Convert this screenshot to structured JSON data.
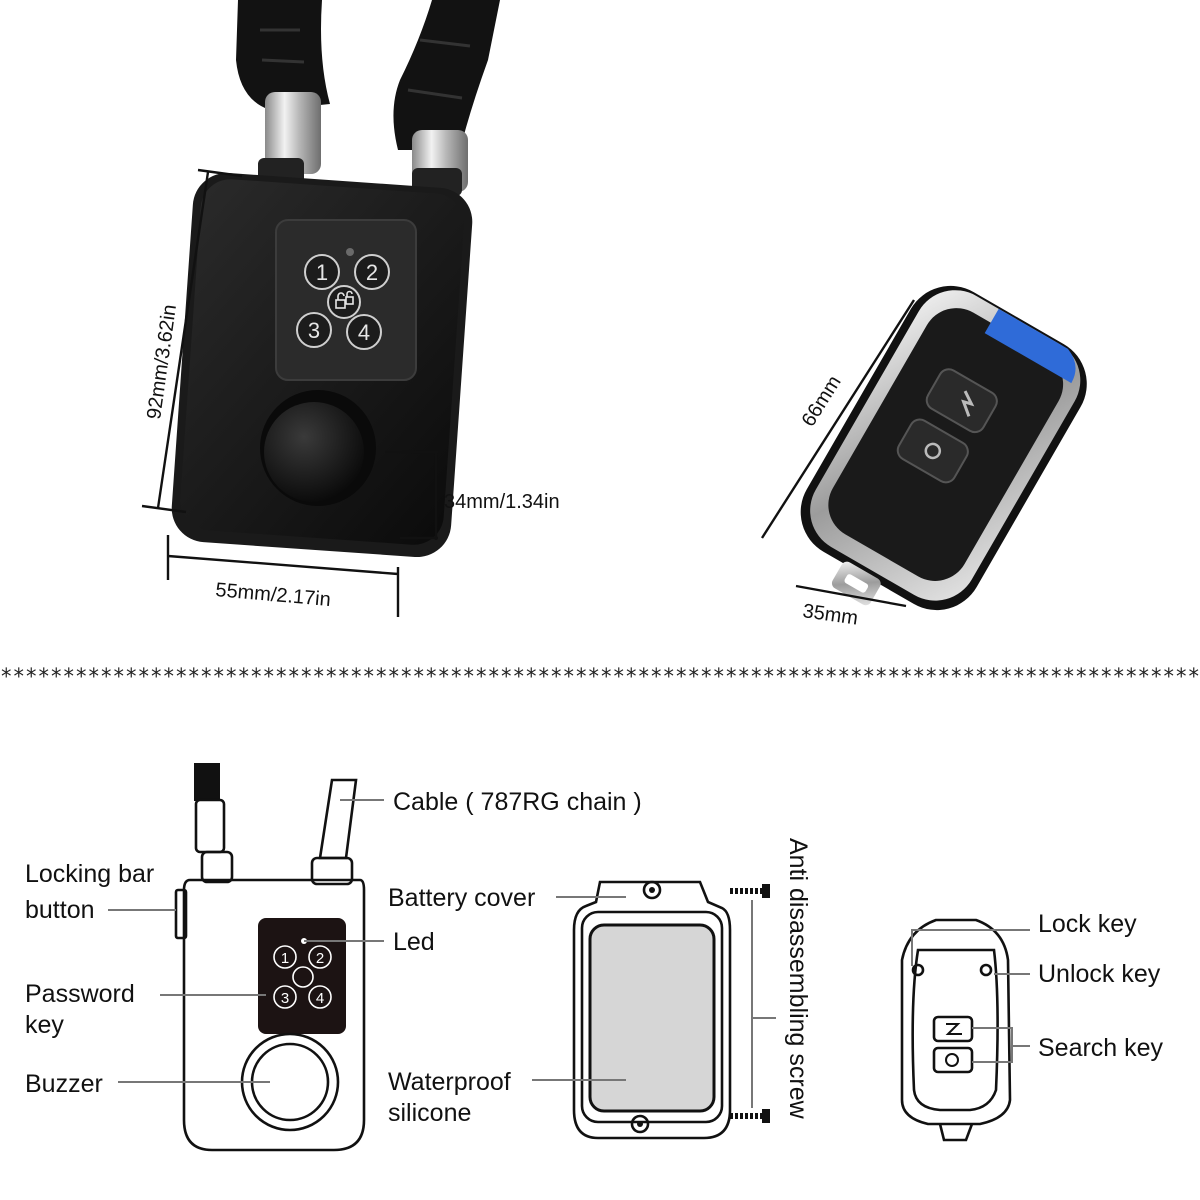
{
  "dimensions": {
    "height": "92mm/3.62in",
    "depth": "34mm/1.34in",
    "width": "55mm/2.17in",
    "remote_length": "66mm",
    "remote_width": "35mm"
  },
  "keypad_keys": [
    "1",
    "2",
    "3",
    "4"
  ],
  "separator": "************************************************************************************************",
  "labels": {
    "cable": "Cable ( 787RG chain )",
    "locking_bar_line1": "Locking bar",
    "locking_bar_line2": "button",
    "password_line1": "Password",
    "password_line2": "key",
    "buzzer": "Buzzer",
    "battery_cover": "Battery cover",
    "led": "Led",
    "waterproof_line1": "Waterproof",
    "waterproof_line2": "silicone",
    "anti_screw": "Anti disassembling screw",
    "lock_key": "Lock key",
    "unlock_key": "Unlock key",
    "search_key": "Search key"
  },
  "colors": {
    "lock_body": "#141414",
    "remote_accent": "#2f6bd8",
    "silicone": "#d6d6d6"
  }
}
